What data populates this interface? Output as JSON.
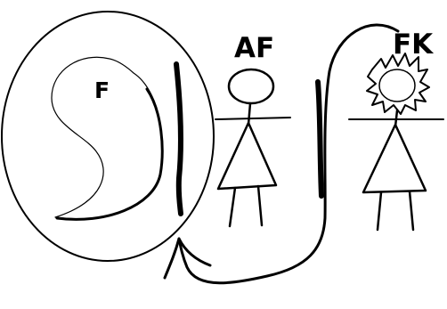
{
  "labels": {
    "shape_letter": "F",
    "figure_left": "AF",
    "figure_right": "FK"
  },
  "colors": {
    "ink": "#000000",
    "background": "#ffffff"
  }
}
